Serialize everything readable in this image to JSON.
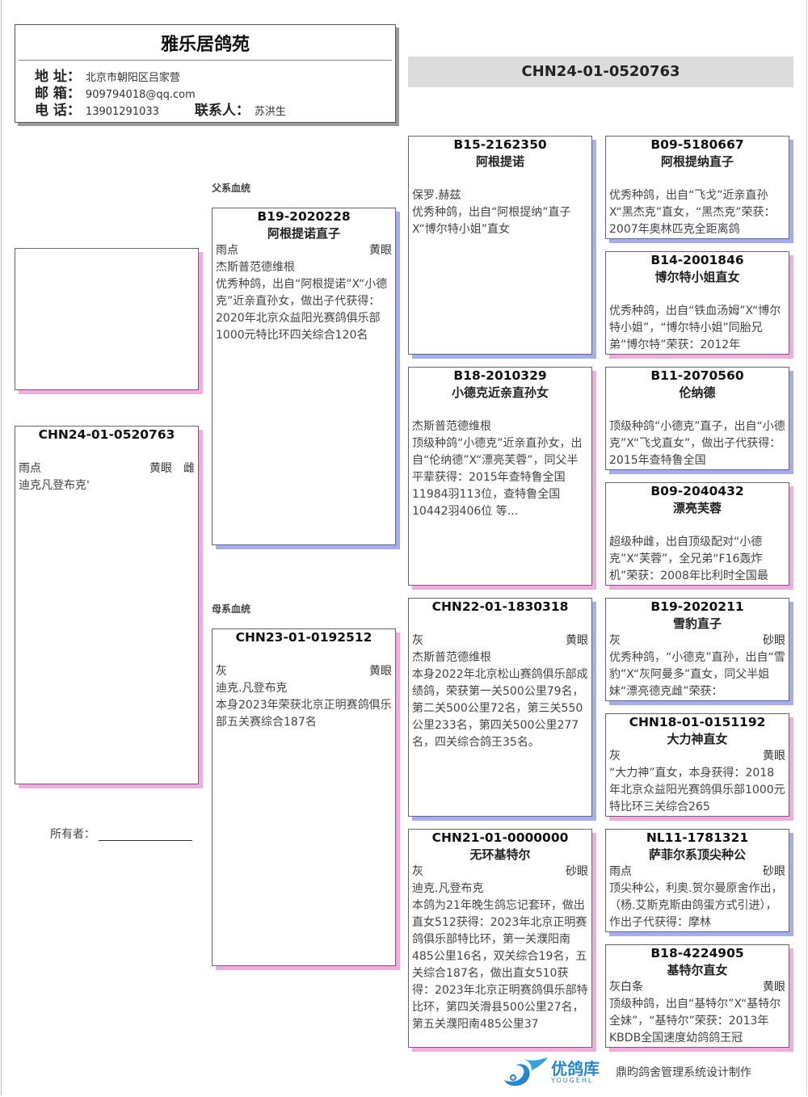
{
  "header": {
    "loft_name": "雅乐居鸽苑",
    "address_label": "地 址：",
    "address": "北京市朝阳区吕家营",
    "email_label": "邮 箱：",
    "email": "909794018@qq.com",
    "phone_label": "电 话：",
    "phone": "13901291033",
    "contact_label": "联系人：",
    "contact": "苏洪生"
  },
  "top_ring": "CHN24-01-0520763",
  "sire_line_label": "父系血统",
  "dam_line_label": "母系血统",
  "owner_label": "所有者：",
  "footer": {
    "brand": "优鸽库",
    "brand_en": "YOUGEHL",
    "maker": "鼎昀鸽舍管理系统设计制作"
  },
  "colors": {
    "male_shadow": "#a6aef0",
    "female_shadow": "#f1addf"
  },
  "cards": {
    "subject": {
      "ring": "CHN24-01-0520763",
      "name": "",
      "color": "雨点",
      "eye": "黄眼",
      "sex": "雌",
      "strain": "迪克凡登布克'",
      "desc": ""
    },
    "s": {
      "ring": "B19-2020228",
      "name": "阿根提诺直子",
      "color": "雨点",
      "eye": "黄眼",
      "strain": "杰斯普范德维根",
      "desc": "优秀种鸽，出自“阿根提诺”X“小德克”近亲直孙女，做出子代获得：2020年北京众益阳光赛鸽俱乐部1000元特比环四关综合120名"
    },
    "d": {
      "ring": "CHN23-01-0192512",
      "name": "",
      "color": "灰",
      "eye": "黄眼",
      "strain": "迪克.凡登布克",
      "desc": "本身2023年荣获北京正明赛鸽俱乐部五关赛综合187名"
    },
    "ss": {
      "ring": "B15-2162350",
      "name": "阿根提诺",
      "color": "",
      "eye": "",
      "strain": "保罗.赫兹",
      "desc": "优秀种鸽，出自“阿根提纳”直子X“博尔特小姐”直女"
    },
    "sd": {
      "ring": "B18-2010329",
      "name": "小德克近亲直孙女",
      "color": "",
      "eye": "",
      "strain": "杰斯普范德维根",
      "desc": "顶级种鸽“小德克”近亲直孙女，出自“伦纳德”X“漂亮芙蓉”，同父半平辈获得：2015年查特鲁全国11984羽113位，查特鲁全国10442羽406位 等..."
    },
    "ds": {
      "ring": "CHN22-01-1830318",
      "name": "",
      "color": "灰",
      "eye": "黄眼",
      "strain": "杰斯普范德维根",
      "desc": "本身2022年北京松山赛鸽俱乐部成绩鸽，荣获第一关500公里79名，第二关500公里72名，第三关550公里233名，第四关500公里277名，四关综合鸽王35名。"
    },
    "dd": {
      "ring": "CHN21-01-0000000",
      "name": "无环基特尔",
      "color": "灰",
      "eye": "砂眼",
      "strain": "迪克.凡登布克",
      "desc": "本鸽为21年晚生鸽忘记套环，做出直女512获得：2023年北京正明赛鸽俱乐部特比环，第一关濮阳南485公里16名，双关综合19名，五关综合187名，做出直女510获得：2023年北京正明赛鸽俱乐部特比环，第四关滑县500公里27名，第五关濮阳南485公里37"
    },
    "sss": {
      "ring": "B09-5180667",
      "name": "阿根提纳直子",
      "color": "",
      "eye": "",
      "strain": "",
      "desc": "优秀种鸽，出自“飞戈”近亲直孙X“黑杰克”直女，“黑杰克”荣获：2007年奥林匹克全距离鸽"
    },
    "ssd": {
      "ring": "B14-2001846",
      "name": "博尔特小姐直女",
      "color": "",
      "eye": "",
      "strain": "",
      "desc": "优秀种鸽，出自“铁血汤姆”X“博尔特小姐”，“博尔特小姐”同胎兄弟“博尔特”荣获：2012年"
    },
    "sds": {
      "ring": "B11-2070560",
      "name": "伦纳德",
      "color": "",
      "eye": "",
      "strain": "",
      "desc": "顶级种鸽“小德克”直子，出自“小德克”X“飞戈直女”，做出子代获得：2015年查特鲁全国"
    },
    "sdd": {
      "ring": "B09-2040432",
      "name": "漂亮芙蓉",
      "color": "",
      "eye": "",
      "strain": "",
      "desc": "超级种雌，出自顶级配对“小德克”X“芙蓉”，全兄弟“F16轰炸机”荣获：2008年比利时全国最"
    },
    "dss": {
      "ring": "B19-2020211",
      "name": "雪豹直子",
      "color": "灰",
      "eye": "砂眼",
      "strain": "",
      "desc": "优秀种鸽，“小德克”直孙，出自“雪豹”X“灰阿曼多”直女，同父半姐妹“漂亮德克雌”荣获："
    },
    "dsd": {
      "ring": "CHN18-01-0151192",
      "name": "大力神直女",
      "color": "灰",
      "eye": "黄眼",
      "strain": "",
      "desc": "“大力神”直女，本身获得：2018年北京众益阳光赛鸽俱乐部1000元特比环三关综合265"
    },
    "dds": {
      "ring": "NL11-1781321",
      "name": "萨菲尔系顶尖种公",
      "color": "雨点",
      "eye": "砂眼",
      "strain": "",
      "desc": "顶尖种公，利奥.贺尔曼原舍作出，（杨.艾斯克斯由鸽蛋方式引进），作出子代获得：摩林"
    },
    "ddd": {
      "ring": "B18-4224905",
      "name": "基特尔直女",
      "color": "灰白条",
      "eye": "黄眼",
      "strain": "",
      "desc": "顶级种鸽，出自“基特尔”X“基特尔全妹”，“基特尔”荣获：2013年KBDB全国速度幼鸽鸽王冠"
    }
  }
}
